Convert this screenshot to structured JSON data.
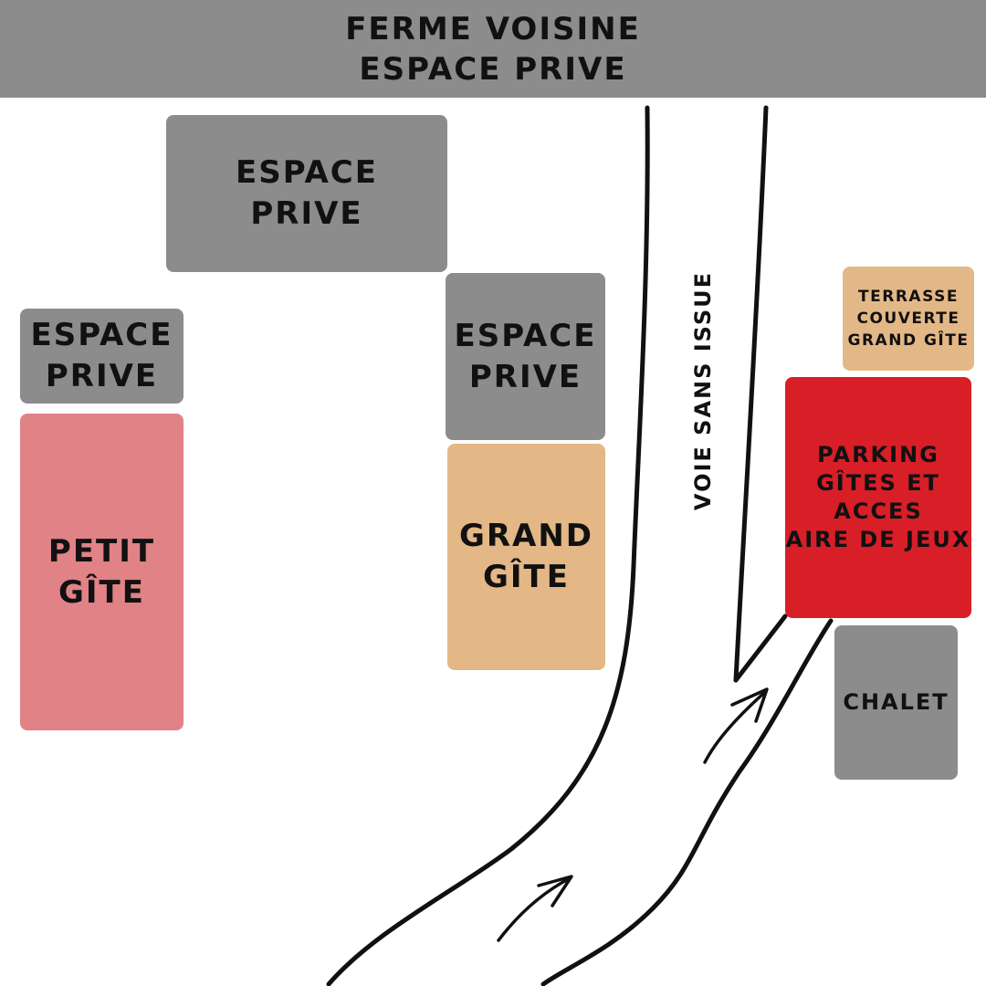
{
  "header": {
    "line1": "FERME VOISINE",
    "line2": "ESPACE PRIVE"
  },
  "zones": {
    "prive_top": {
      "line1": "ESPACE",
      "line2": "PRIVE"
    },
    "prive_left": {
      "line1": "ESPACE",
      "line2": "PRIVE"
    },
    "prive_mid": {
      "line1": "ESPACE",
      "line2": "PRIVE"
    },
    "petit_gite": {
      "line1": "PETIT",
      "line2": "GÎTE"
    },
    "grand_gite": {
      "line1": "GRAND",
      "line2": "GÎTE"
    },
    "terrasse": {
      "line1": "TERRASSE",
      "line2": "COUVERTE",
      "line3": "GRAND GÎTE"
    },
    "parking": {
      "line1": "PARKING",
      "line2": "GÎTES ET",
      "line3": "ACCES",
      "line4": "AIRE DE JEUX"
    },
    "chalet": {
      "line1": "CHALET"
    }
  },
  "road": {
    "label": "VOIE SANS ISSUE"
  },
  "colors": {
    "prive": "#8c8c8c",
    "petit_gite": "#e08286",
    "grand_gite": "#e3b886",
    "terrasse": "#e3b886",
    "parking": "#d81e27",
    "chalet": "#8c8c8c",
    "road": "#111111"
  },
  "icons": {
    "direction": "arrow-icon"
  }
}
